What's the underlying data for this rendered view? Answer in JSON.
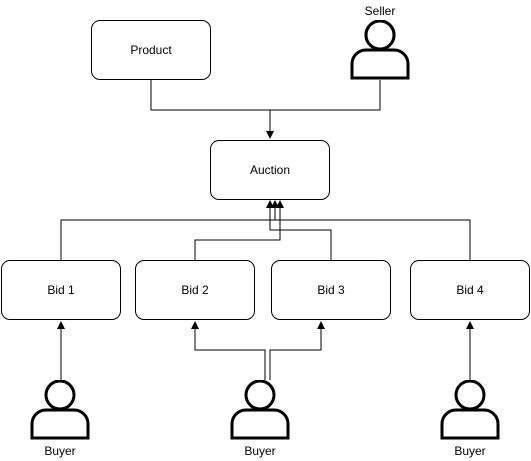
{
  "nodes": {
    "product": "Product",
    "auction": "Auction",
    "bid1": "Bid 1",
    "bid2": "Bid 2",
    "bid3": "Bid 3",
    "bid4": "Bid 4"
  },
  "actors": {
    "seller": "Seller",
    "buyer1": "Buyer",
    "buyer2": "Buyer",
    "buyer3": "Buyer"
  },
  "icons": {
    "actor": "user-icon"
  },
  "colors": {
    "stroke": "#000000",
    "fill": "#ffffff"
  }
}
